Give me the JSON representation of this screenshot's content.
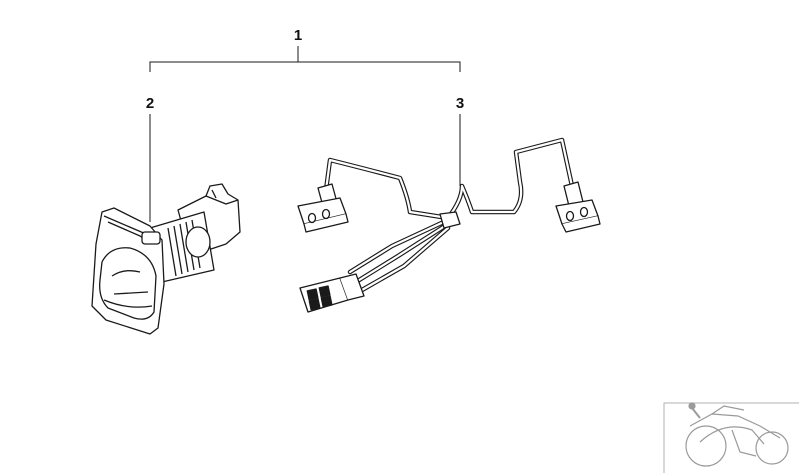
{
  "callouts": [
    {
      "id": "1",
      "label": "1"
    },
    {
      "id": "2",
      "label": "2"
    },
    {
      "id": "3",
      "label": "3"
    }
  ],
  "parts": [
    {
      "callout": "2",
      "icon": "power-socket-icon"
    },
    {
      "callout": "3",
      "icon": "wiring-harness-icon"
    }
  ],
  "thumbnail": {
    "icon": "motorcycle-icon"
  },
  "colors": {
    "line": "#1a1a1a",
    "thumbnail": "#9a9a9a"
  }
}
